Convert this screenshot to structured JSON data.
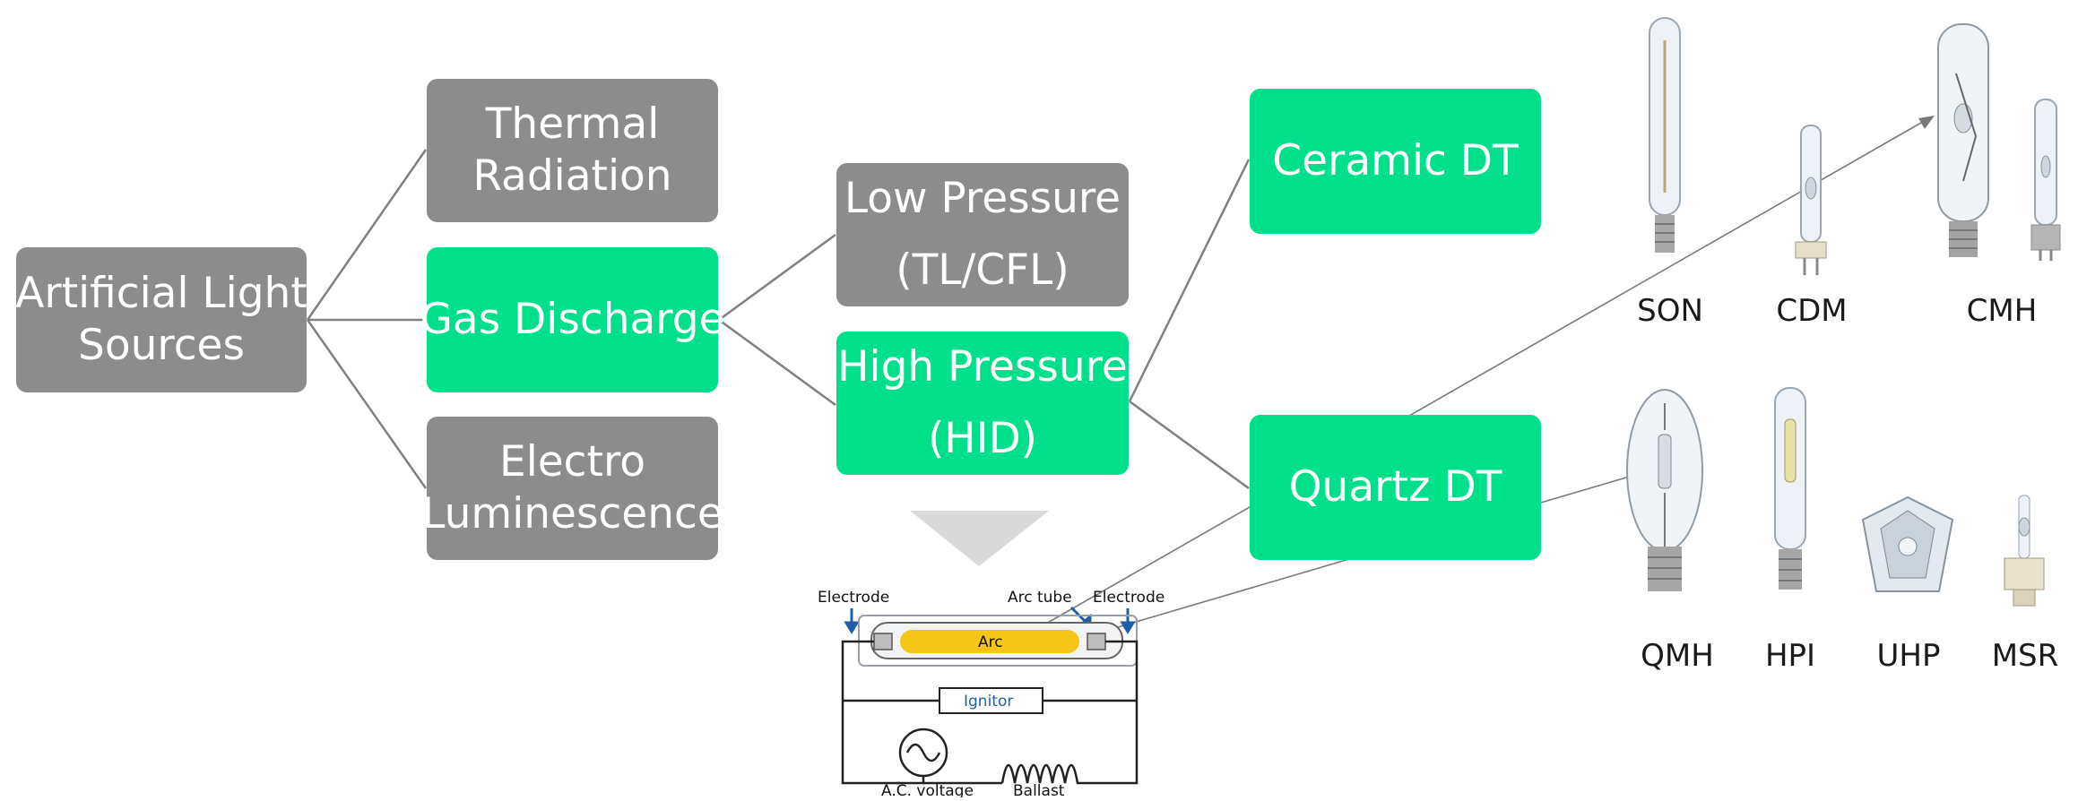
{
  "nodes": {
    "root": {
      "lines": [
        "Artificial Light",
        "Sources"
      ],
      "color": "#8c8c8c"
    },
    "thermal": {
      "lines": [
        "Thermal",
        "Radiation"
      ],
      "color": "#8c8c8c"
    },
    "gas": {
      "lines": [
        "Gas Discharge"
      ],
      "color": "#00e08a"
    },
    "electro": {
      "lines": [
        "Electro",
        "Luminescence"
      ],
      "color": "#8c8c8c"
    },
    "low": {
      "lines": [
        "Low Pressure",
        "(TL/CFL)"
      ],
      "color": "#8c8c8c"
    },
    "high": {
      "lines": [
        "High Pressure",
        "(HID)"
      ],
      "color": "#00e08a"
    },
    "ceramic": {
      "lines": [
        "Ceramic DT"
      ],
      "color": "#00e08a"
    },
    "quartz": {
      "lines": [
        "Quartz DT"
      ],
      "color": "#00e08a"
    }
  },
  "lamps": {
    "ceramic_group": [
      "SON",
      "CDM",
      "CMH"
    ],
    "quartz_group": [
      "QMH",
      "HPI",
      "UHP",
      "MSR"
    ]
  },
  "circuit": {
    "electrode_left": "Electrode",
    "arc_tube": "Arc tube",
    "electrode_right": "Electrode",
    "arc": "Arc",
    "ignitor": "Ignitor",
    "ac_voltage": "A.C. voltage",
    "ballast": "Ballast"
  },
  "colors": {
    "gray_box": "#8c8c8c",
    "green_box": "#00e08a",
    "connector": "#7f7f7f",
    "arc": "#f5c518"
  }
}
